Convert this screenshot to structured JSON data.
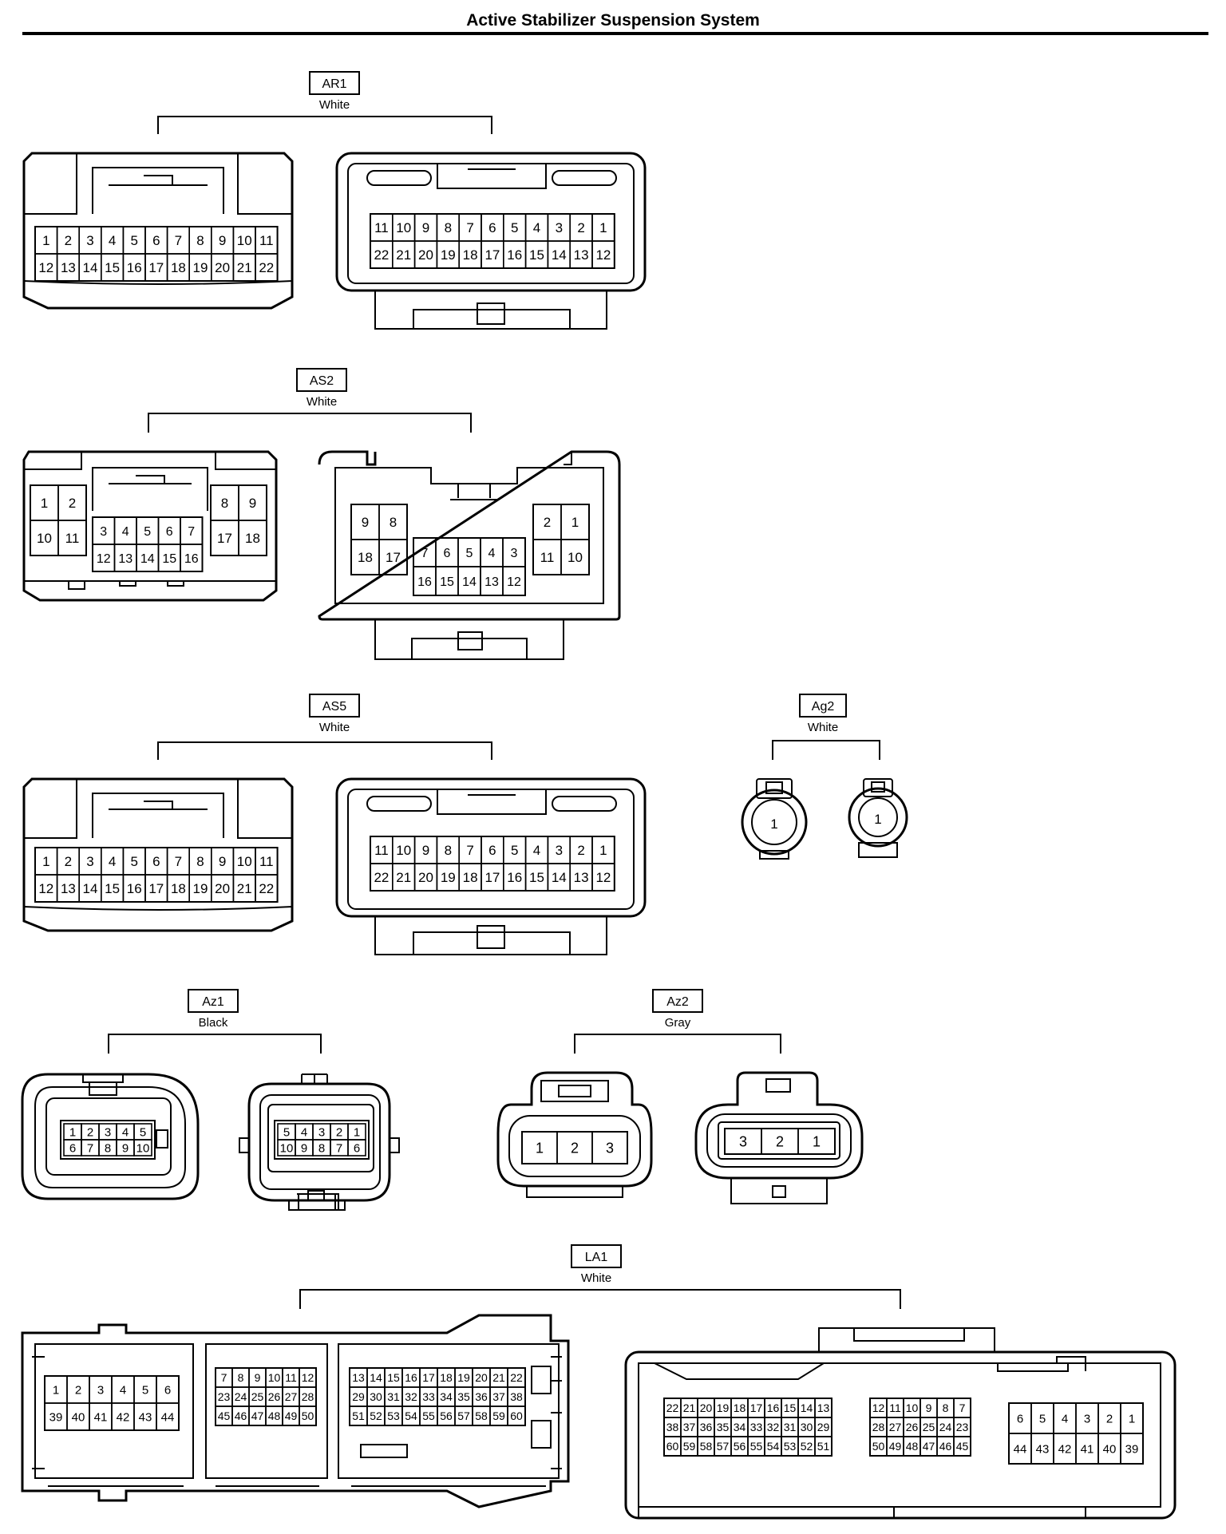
{
  "title": "Active Stabilizer Suspension System",
  "connectors": {
    "ar1": {
      "name": "AR1",
      "color": "White",
      "left": [
        [
          "1",
          "2",
          "3",
          "4",
          "5",
          "6",
          "7",
          "8",
          "9",
          "10",
          "11"
        ],
        [
          "12",
          "13",
          "14",
          "15",
          "16",
          "17",
          "18",
          "19",
          "20",
          "21",
          "22"
        ]
      ],
      "right": [
        [
          "11",
          "10",
          "9",
          "8",
          "7",
          "6",
          "5",
          "4",
          "3",
          "2",
          "1"
        ],
        [
          "22",
          "21",
          "20",
          "19",
          "18",
          "17",
          "16",
          "15",
          "14",
          "13",
          "12"
        ]
      ]
    },
    "as2": {
      "name": "AS2",
      "color": "White",
      "left": {
        "a": [
          [
            "1",
            "2"
          ],
          [
            "10",
            "11"
          ]
        ],
        "b": [
          [
            "3",
            "4",
            "5",
            "6",
            "7"
          ],
          [
            "12",
            "13",
            "14",
            "15",
            "16"
          ]
        ],
        "c": [
          [
            "8",
            "9"
          ],
          [
            "17",
            "18"
          ]
        ]
      },
      "right": {
        "a": [
          [
            "9",
            "8"
          ],
          [
            "18",
            "17"
          ]
        ],
        "b": [
          [
            "7",
            "6",
            "5",
            "4",
            "3"
          ],
          [
            "16",
            "15",
            "14",
            "13",
            "12"
          ]
        ],
        "c": [
          [
            "2",
            "1"
          ],
          [
            "11",
            "10"
          ]
        ]
      }
    },
    "as5": {
      "name": "AS5",
      "color": "White",
      "left": [
        [
          "1",
          "2",
          "3",
          "4",
          "5",
          "6",
          "7",
          "8",
          "9",
          "10",
          "11"
        ],
        [
          "12",
          "13",
          "14",
          "15",
          "16",
          "17",
          "18",
          "19",
          "20",
          "21",
          "22"
        ]
      ],
      "right": [
        [
          "11",
          "10",
          "9",
          "8",
          "7",
          "6",
          "5",
          "4",
          "3",
          "2",
          "1"
        ],
        [
          "22",
          "21",
          "20",
          "19",
          "18",
          "17",
          "16",
          "15",
          "14",
          "13",
          "12"
        ]
      ]
    },
    "ag2": {
      "name": "Ag2",
      "color": "White",
      "left_pin": "1",
      "right_pin": "1"
    },
    "az1": {
      "name": "Az1",
      "color": "Black",
      "left": [
        [
          "1",
          "2",
          "3",
          "4",
          "5"
        ],
        [
          "6",
          "7",
          "8",
          "9",
          "10"
        ]
      ],
      "right": [
        [
          "5",
          "4",
          "3",
          "2",
          "1"
        ],
        [
          "10",
          "9",
          "8",
          "7",
          "6"
        ]
      ]
    },
    "az2": {
      "name": "Az2",
      "color": "Gray",
      "left": [
        "1",
        "2",
        "3"
      ],
      "right": [
        "3",
        "2",
        "1"
      ]
    },
    "la1": {
      "name": "LA1",
      "color": "White",
      "left": {
        "a": [
          [
            "1",
            "2",
            "3",
            "4",
            "5",
            "6"
          ],
          [
            "39",
            "40",
            "41",
            "42",
            "43",
            "44"
          ]
        ],
        "b": [
          [
            "7",
            "8",
            "9",
            "10",
            "11",
            "12"
          ],
          [
            "23",
            "24",
            "25",
            "26",
            "27",
            "28"
          ],
          [
            "45",
            "46",
            "47",
            "48",
            "49",
            "50"
          ]
        ],
        "c": [
          [
            "13",
            "14",
            "15",
            "16",
            "17",
            "18",
            "19",
            "20",
            "21",
            "22"
          ],
          [
            "29",
            "30",
            "31",
            "32",
            "33",
            "34",
            "35",
            "36",
            "37",
            "38"
          ],
          [
            "51",
            "52",
            "53",
            "54",
            "55",
            "56",
            "57",
            "58",
            "59",
            "60"
          ]
        ]
      },
      "right": {
        "a": [
          [
            "22",
            "21",
            "20",
            "19",
            "18",
            "17",
            "16",
            "15",
            "14",
            "13"
          ],
          [
            "38",
            "37",
            "36",
            "35",
            "34",
            "33",
            "32",
            "31",
            "30",
            "29"
          ],
          [
            "60",
            "59",
            "58",
            "57",
            "56",
            "55",
            "54",
            "53",
            "52",
            "51"
          ]
        ],
        "b": [
          [
            "12",
            "11",
            "10",
            "9",
            "8",
            "7"
          ],
          [
            "28",
            "27",
            "26",
            "25",
            "24",
            "23"
          ],
          [
            "50",
            "49",
            "48",
            "47",
            "46",
            "45"
          ]
        ],
        "c": [
          [
            "6",
            "5",
            "4",
            "3",
            "2",
            "1"
          ],
          [
            "44",
            "43",
            "42",
            "41",
            "40",
            "39"
          ]
        ]
      }
    }
  }
}
